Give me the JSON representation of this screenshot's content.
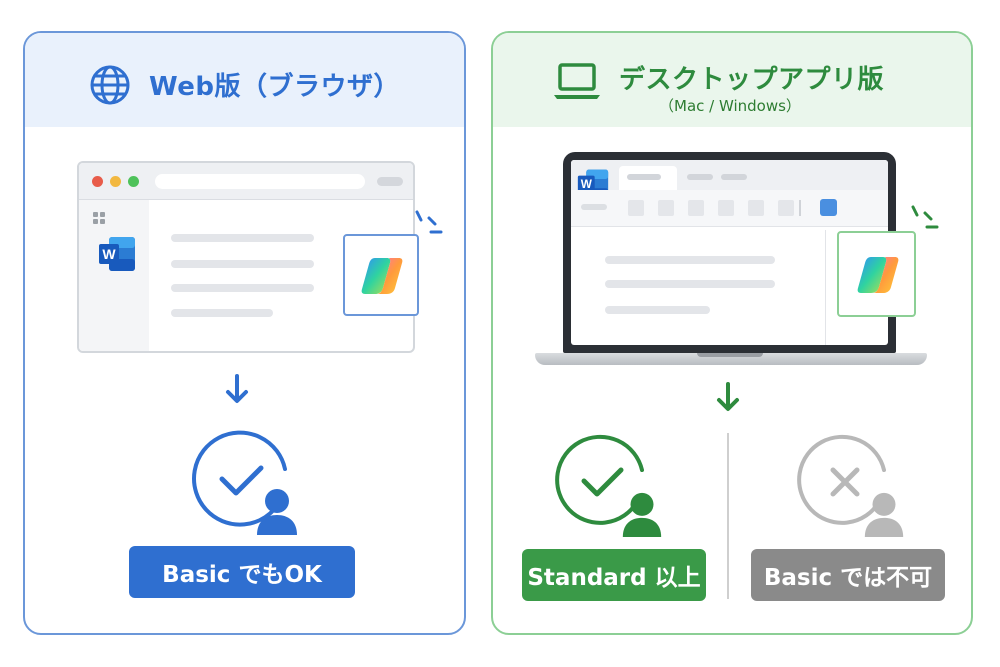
{
  "left": {
    "title": "Web版（ブラウザ）",
    "badge": "Basic でもOK",
    "accent": "#2f6fd0"
  },
  "right": {
    "title": "デスクトップアプリ版",
    "subtitle": "（Mac / Windows）",
    "allowed_badge": "Standard 以上",
    "denied_badge": "Basic では不可",
    "accent": "#2e8b3e",
    "muted": "#8a8a8a"
  },
  "icons": {
    "globe": "globe-icon",
    "laptop": "laptop-icon",
    "word": "word-icon",
    "copilot": "copilot-icon",
    "check": "check-circle-icon",
    "cross": "cross-circle-icon",
    "user": "user-icon",
    "arrow": "arrow-down-icon"
  },
  "word_letter": "W"
}
